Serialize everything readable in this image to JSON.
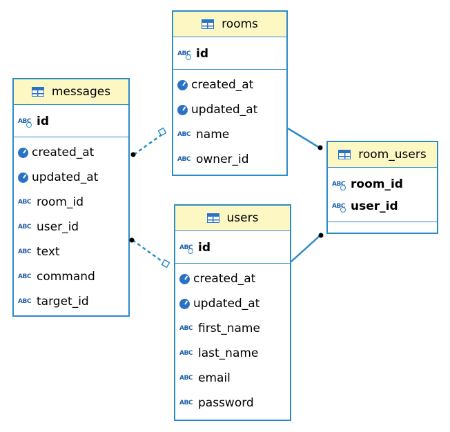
{
  "tables": {
    "rooms": {
      "title": "rooms",
      "pk": [
        "id"
      ],
      "cols": [
        {
          "name": "created_at",
          "icon": "clock-icon"
        },
        {
          "name": "updated_at",
          "icon": "clock-icon"
        },
        {
          "name": "name",
          "icon": "abc-icon"
        },
        {
          "name": "owner_id",
          "icon": "abc-icon"
        }
      ]
    },
    "messages": {
      "title": "messages",
      "pk": [
        "id"
      ],
      "cols": [
        {
          "name": "created_at",
          "icon": "clock-icon"
        },
        {
          "name": "updated_at",
          "icon": "clock-icon"
        },
        {
          "name": "room_id",
          "icon": "abc-icon"
        },
        {
          "name": "user_id",
          "icon": "abc-icon"
        },
        {
          "name": "text",
          "icon": "abc-icon"
        },
        {
          "name": "command",
          "icon": "abc-icon"
        },
        {
          "name": "target_id",
          "icon": "abc-icon"
        }
      ]
    },
    "room_users": {
      "title": "room_users",
      "pk": [
        "room_id",
        "user_id"
      ],
      "cols": []
    },
    "users": {
      "title": "users",
      "pk": [
        "id"
      ],
      "cols": [
        {
          "name": "created_at",
          "icon": "clock-icon"
        },
        {
          "name": "updated_at",
          "icon": "clock-icon"
        },
        {
          "name": "first_name",
          "icon": "abc-icon"
        },
        {
          "name": "last_name",
          "icon": "abc-icon"
        },
        {
          "name": "email",
          "icon": "abc-icon"
        },
        {
          "name": "password",
          "icon": "abc-icon"
        }
      ]
    }
  },
  "icon_labels": {
    "abc": "ABC",
    "key": "ABC"
  },
  "colors": {
    "border": "#2a8bc8",
    "header_bg": "#fdf7c4",
    "link": "#2a8bc8"
  }
}
